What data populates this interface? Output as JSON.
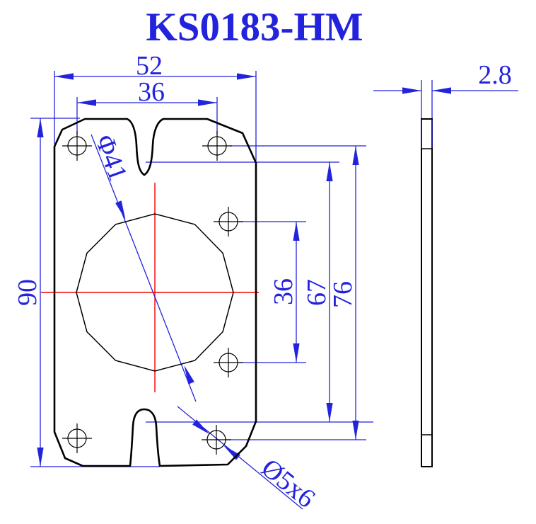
{
  "title": "KS0183-HM",
  "colors": {
    "dimension_blue": "#2323dd",
    "outline_black": "#000000",
    "centerline_red": "#f40000",
    "background": "#ffffff"
  },
  "front_view": {
    "dim_overall_width": "52",
    "dim_top_hole_spacing": "36",
    "dim_overall_height": "90",
    "dim_middle_hole_spacing": "36",
    "dim_right_edge_length": "67",
    "dim_corner_hole_spacing": "76",
    "label_center_hole_diameter": "Φ41",
    "label_mounting_holes": "Ø5x6"
  },
  "side_view": {
    "dim_thickness": "2.8"
  }
}
